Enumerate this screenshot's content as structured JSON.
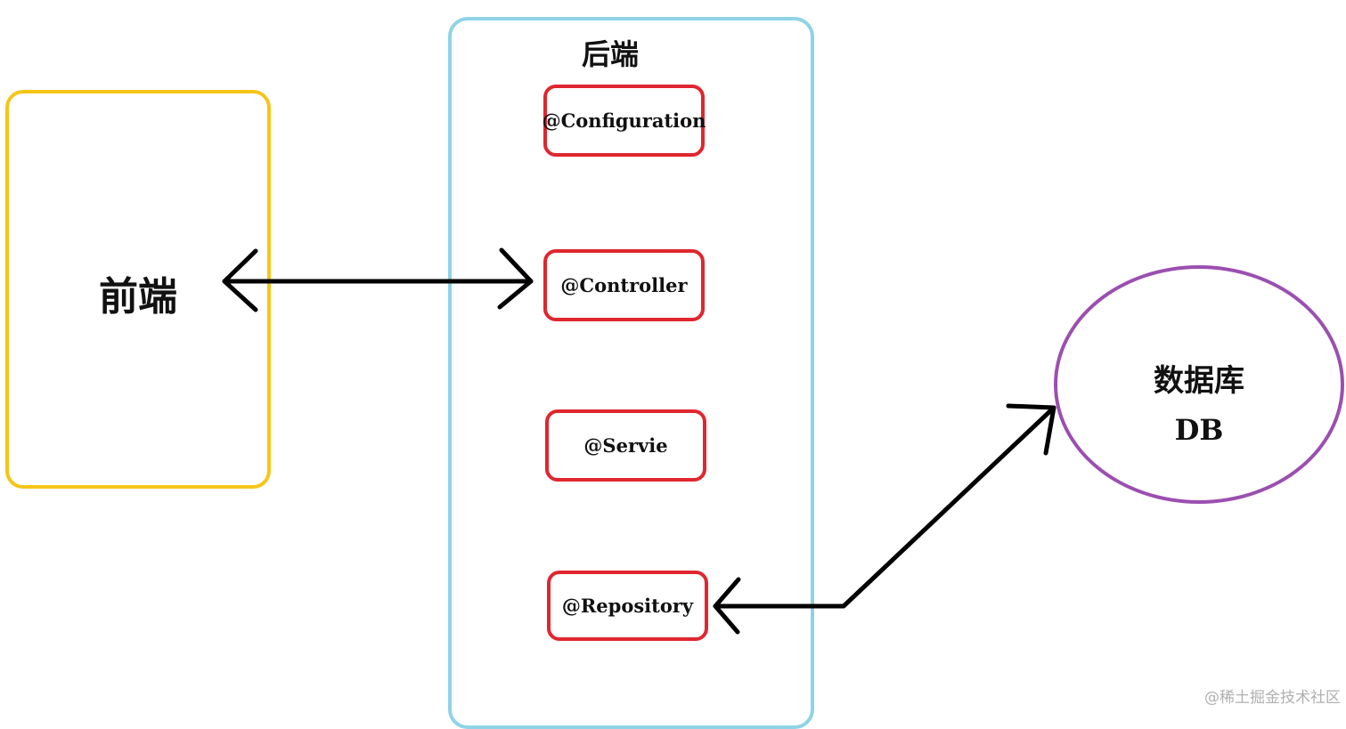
{
  "frontend": {
    "label": "前端"
  },
  "backend": {
    "title": "后端",
    "annotations": [
      "@Configuration",
      "@Controller",
      "@Servie",
      "@Repository"
    ]
  },
  "database": {
    "label_cn": "数据库",
    "label_en": "DB"
  },
  "watermark": "@稀土掘金技术社区",
  "colors": {
    "frontend_border": "#f5c518",
    "backend_border": "#8fd3e6",
    "annotation_border": "#e0262f",
    "database_border": "#9b4fb0",
    "arrow": "#000000"
  }
}
